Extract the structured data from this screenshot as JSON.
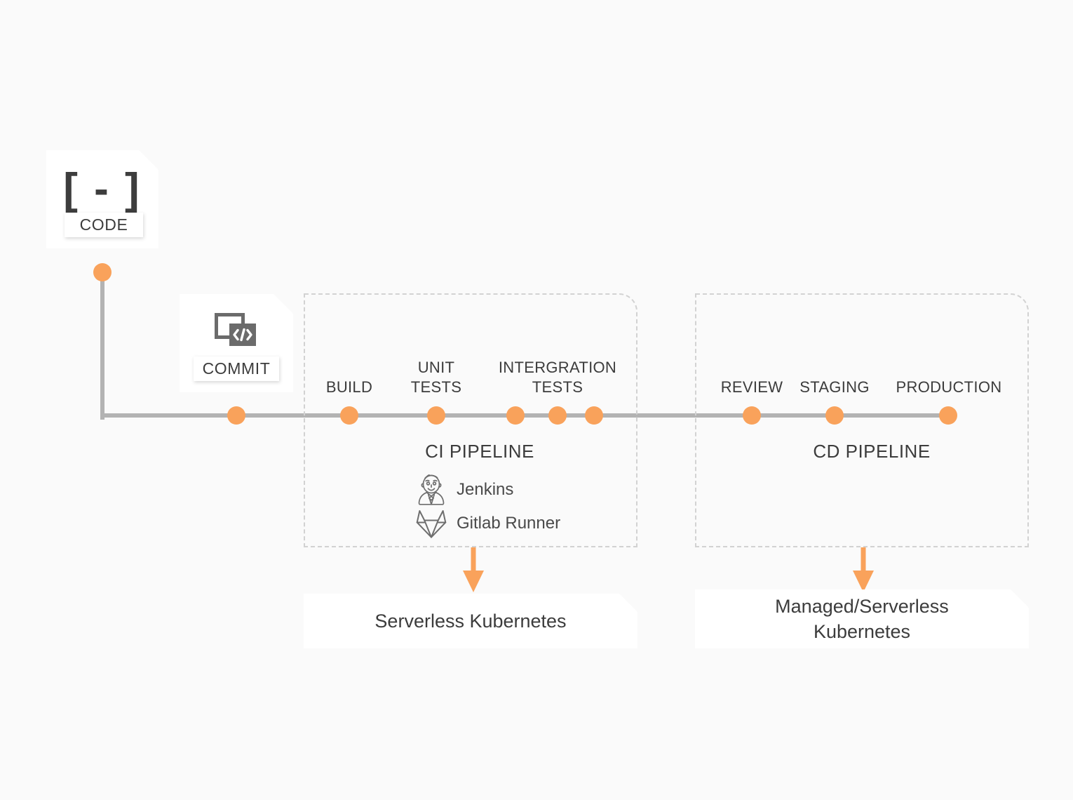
{
  "canvas": {
    "background": "#fafafa",
    "accent_orange": "#f9a25b",
    "line_gray": "#b3b3b3",
    "dash_gray": "#d2d2d2",
    "text_gray": "#3c3c3c"
  },
  "source_cards": [
    {
      "id": "code",
      "label": "CODE",
      "icon": "code-bracket-icon",
      "glyph": "[ - ]"
    },
    {
      "id": "commit",
      "label": "COMMIT",
      "icon": "commit-windows-icon",
      "glyph": "</>"
    }
  ],
  "pipelines": [
    {
      "id": "ci",
      "title": "CI PIPELINE",
      "stages": [
        {
          "label": "BUILD",
          "dot": true
        },
        {
          "label": "UNIT\nTESTS",
          "dot": true
        },
        {
          "label": "INTERGRATION\nTESTS",
          "dot": true
        }
      ],
      "extra_dots": 2,
      "tools": [
        {
          "name": "Jenkins",
          "icon": "jenkins-butler-icon"
        },
        {
          "name": "Gitlab Runner",
          "icon": "gitlab-tanuki-icon"
        }
      ],
      "target": "Serverless Kubernetes"
    },
    {
      "id": "cd",
      "title": "CD PIPELINE",
      "stages": [
        {
          "label": "REVIEW",
          "dot": true
        },
        {
          "label": "STAGING",
          "dot": true
        },
        {
          "label": "PRODUCTION",
          "dot": true
        }
      ],
      "extra_dots": 0,
      "tools": [],
      "target": "Managed/Serverless\nKubernetes"
    }
  ],
  "timeline": {
    "origin_dot": true,
    "commit_dot": true
  }
}
